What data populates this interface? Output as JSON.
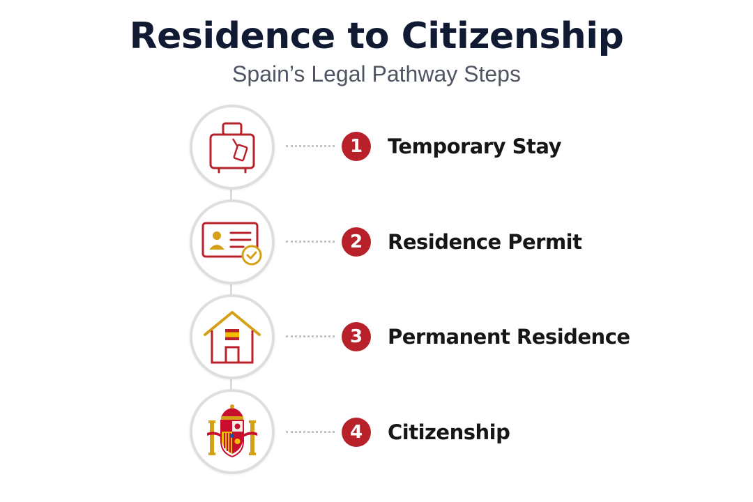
{
  "header": {
    "title": "Residence to Citizenship",
    "subtitle": "Spain’s Legal Pathway Steps"
  },
  "colors": {
    "accent_red": "#b8202a",
    "accent_gold": "#d4a017",
    "title_navy": "#111a33",
    "connector_grey": "#dcdcdc"
  },
  "steps": [
    {
      "number": "1",
      "label": "Temporary Stay",
      "icon": "suitcase-icon"
    },
    {
      "number": "2",
      "label": "Residence Permit",
      "icon": "id-card-check-icon"
    },
    {
      "number": "3",
      "label": "Permanent Residence",
      "icon": "house-spain-flag-icon"
    },
    {
      "number": "4",
      "label": "Citizenship",
      "icon": "spain-coat-of-arms-icon"
    }
  ]
}
